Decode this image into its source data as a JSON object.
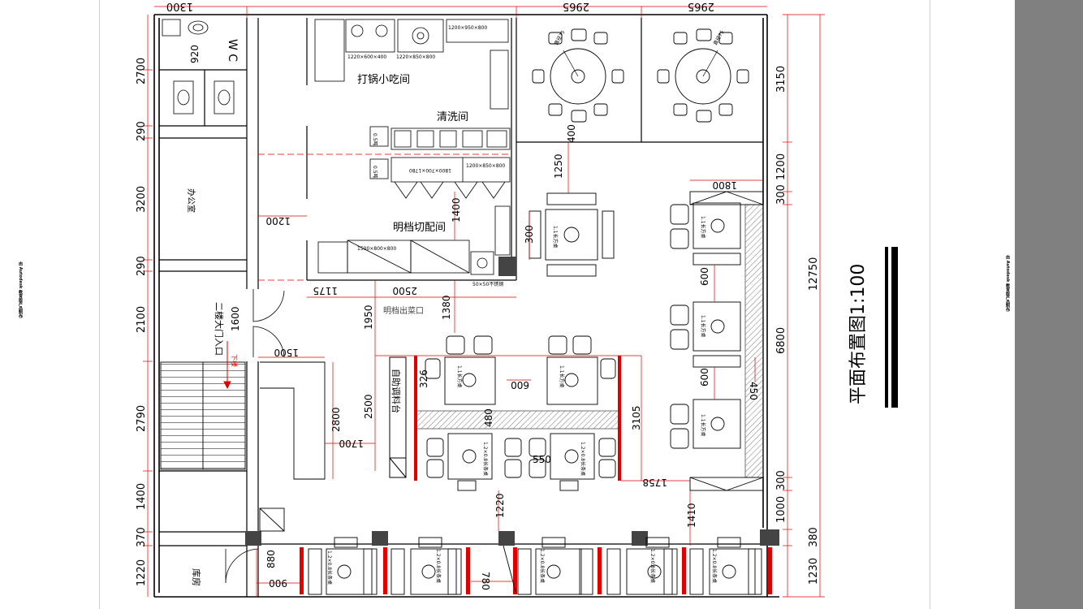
{
  "watermark": "由 Autodesk 教育版产品制作",
  "title": "平面布置图1:100",
  "rooms": {
    "wc": "W C",
    "office": "办公室",
    "hotpot_room": "打锅小吃间",
    "washing_room": "清洗间",
    "prep_room": "明档切配间",
    "storage": "库房",
    "entrance": "二楼大门入口",
    "kitchen_window": "明档出菜口",
    "buffet": "自助调料台",
    "down_label": "下楼"
  },
  "equipment": {
    "eq1": "1220×600×400",
    "eq2": "1220×850×800",
    "eq3": "1200×950×800",
    "eq4": "1800×700×1780",
    "eq5": "1200×850×800",
    "eq6": "1500×800×800",
    "sink": "50×50不锈钢",
    "sink2": "0.5吨",
    "basin": "0.5吨"
  },
  "tables": {
    "round": "直径75",
    "square4": "1.1长方桌",
    "rect": "1.2×0.8长条桌"
  },
  "dims_top": [
    "1300",
    "2965",
    "2965"
  ],
  "dims_left": [
    "2700",
    "290",
    "3200",
    "290",
    "2100",
    "2790",
    "1400",
    "370",
    "1220"
  ],
  "dims_right_inner": [
    "3150",
    "1200",
    "300",
    "6800",
    "300",
    "1000",
    "380",
    "1230"
  ],
  "dims_right_outer": "12750",
  "dims_inner": {
    "d920": "920",
    "d1200": "1200",
    "d1175": "1175",
    "d2500a": "2500",
    "d1950": "1950",
    "d1380": "1380",
    "d1600": "1600",
    "d1500": "1500",
    "d2800": "2800",
    "d1700": "1700",
    "d2500b": "2500",
    "d326": "326",
    "d600a": "600",
    "d480": "480",
    "d550": "550",
    "d3105": "3105",
    "d1758": "1758",
    "d1220": "1220",
    "d780": "780",
    "d1410": "1410",
    "d880": "880",
    "d900": "900",
    "d1250": "1250",
    "d400": "400",
    "d1400": "1400",
    "d300": "300",
    "d1800": "1800",
    "d600b": "600",
    "d600c": "600",
    "d450": "450"
  },
  "colors": {
    "wall": "#000000",
    "dimension": "#e00000",
    "hatch": "#555555",
    "strip": "#808080"
  }
}
